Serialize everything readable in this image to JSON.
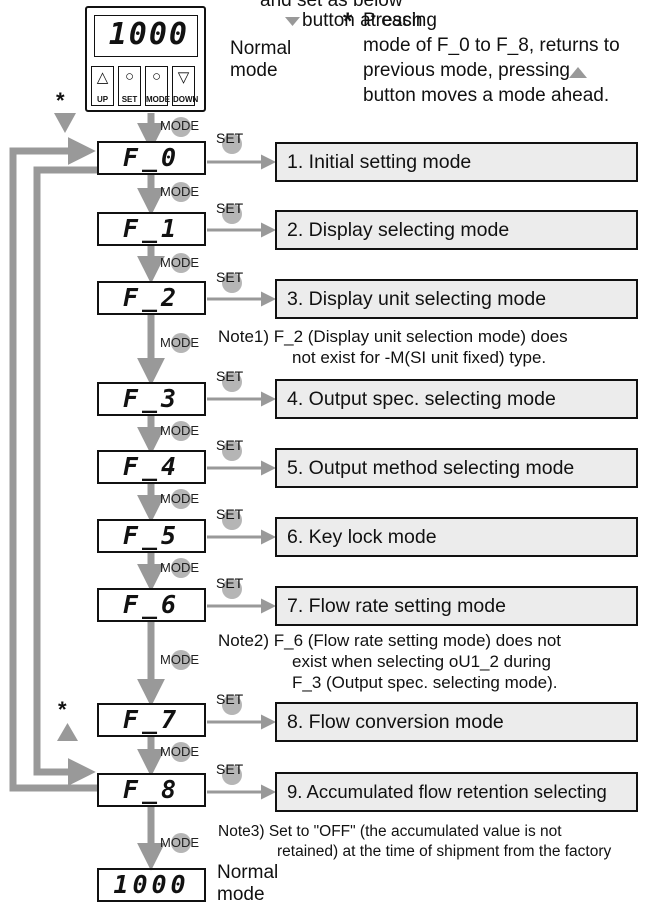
{
  "header": {
    "intro_tail": "and set as below",
    "star": "*",
    "footnote_lines": [
      "Pressing ",
      "button at each",
      "mode of F_0 to F_8, returns to",
      "previous mode, pressing ",
      "button moves a mode ahead."
    ]
  },
  "device": {
    "display": "1000",
    "buttons": [
      {
        "glyph": "△",
        "label": "UP"
      },
      {
        "glyph": "○",
        "label": "SET"
      },
      {
        "glyph": "○",
        "label": "MODE"
      },
      {
        "glyph": "▽",
        "label": "DOWN"
      }
    ]
  },
  "normal_mode_label": [
    "Normal",
    "mode"
  ],
  "key_labels": {
    "mode": "MODE",
    "set": "SET"
  },
  "steps": [
    {
      "display": "F_0",
      "label": "1. Initial setting mode"
    },
    {
      "display": "F_1",
      "label": "2. Display selecting mode"
    },
    {
      "display": "F_2",
      "label": "3. Display unit selecting mode"
    },
    {
      "display": "F_3",
      "label": "4. Output spec. selecting mode"
    },
    {
      "display": "F_4",
      "label": "5. Output method selecting mode"
    },
    {
      "display": "F_5",
      "label": "6. Key lock mode"
    },
    {
      "display": "F_6",
      "label": "7. Flow rate setting mode"
    },
    {
      "display": "F_7",
      "label": "8. Flow conversion mode"
    },
    {
      "display": "F_8",
      "label": "9. Accumulated flow retention selecting"
    }
  ],
  "notes": [
    [
      "Note1) F_2 (Display unit selection mode) does",
      "not exist for -M(SI unit fixed) type."
    ],
    [
      "Note2) F_6 (Flow rate setting mode) does not",
      "exist when selecting oU1_2 during",
      "F_3 (Output spec. selecting mode)."
    ],
    [
      "Note3) Set to \"OFF\" (the accumulated value is not",
      "retained) at the time of shipment from the factory"
    ]
  ],
  "final_display": "1000",
  "colors": {
    "arrow": "#999999",
    "box_fill": "#ececec",
    "key_dot": "#b5b5b5"
  }
}
